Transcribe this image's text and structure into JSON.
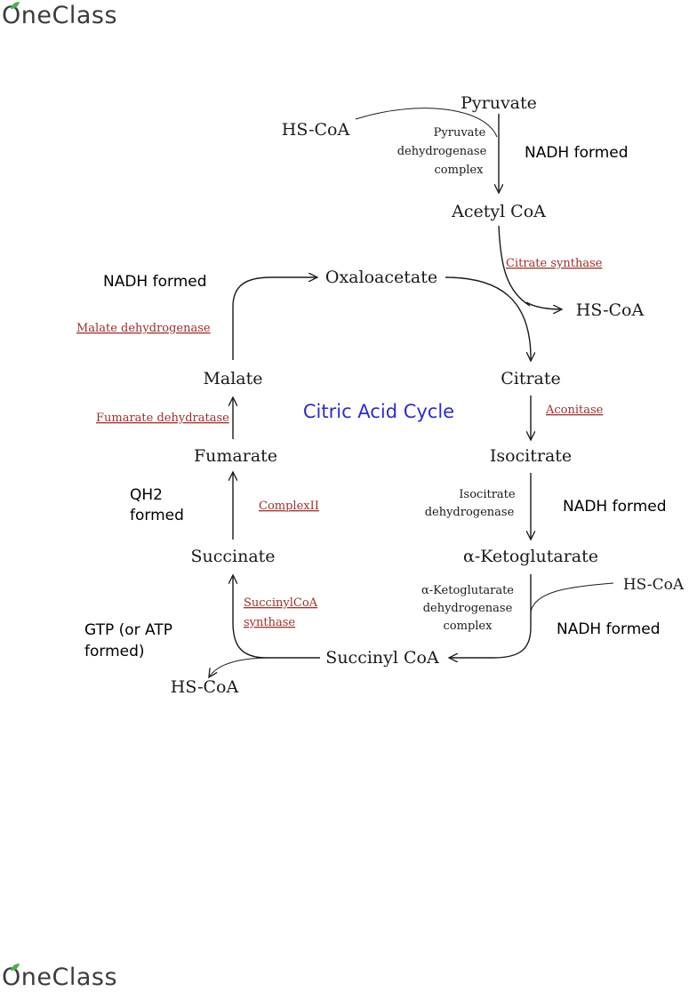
{
  "brand": {
    "name": "OneClass",
    "leaf_color": "#4caf50"
  },
  "colors": {
    "ink": "#1a1a1a",
    "enzyme": "#a0302a",
    "title": "#2b2bd6",
    "note": "#000000"
  },
  "diagram": {
    "title": "Citric Acid Cycle",
    "metabolites": {
      "pyruvate": "Pyruvate",
      "acetyl_coa": "Acetyl CoA",
      "oxaloacetate": "Oxaloacetate",
      "citrate": "Citrate",
      "isocitrate": "Isocitrate",
      "alpha_kg": "α-Ketoglutarate",
      "succinyl_coa": "Succinyl CoA",
      "succinate": "Succinate",
      "fumarate": "Fumarate",
      "malate": "Malate"
    },
    "cofactors": {
      "hs_coa_pyruvate": "HS-CoA",
      "hs_coa_citrate": "HS-CoA",
      "hs_coa_akg": "HS-CoA",
      "hs_coa_succinyl": "HS-CoA"
    },
    "enzymes": {
      "pdh": [
        "Pyruvate",
        "dehydrogenase",
        "complex"
      ],
      "citrate_synthase": "Citrate synthase",
      "aconitase": "Aconitase",
      "idh": [
        "Isocitrate",
        "dehydrogenase"
      ],
      "akgdh": [
        "α-Ketoglutarate",
        "dehydrogenase",
        "complex"
      ],
      "succinyl_coa_synthase": [
        "SuccinylCoA",
        "synthase"
      ],
      "complex_ii": "ComplexII",
      "fumarate_dehydratase": "Fumarate dehydratase",
      "malate_dehydrogenase": "Malate dehydrogenase"
    },
    "notes": {
      "pdh": "NADH formed",
      "oxaloacetate": "NADH formed",
      "idh": "NADH formed",
      "akgdh": "NADH formed",
      "complex_ii": [
        "QH2",
        "formed"
      ],
      "succinyl": [
        "GTP (or ATP",
        "formed)"
      ]
    }
  }
}
